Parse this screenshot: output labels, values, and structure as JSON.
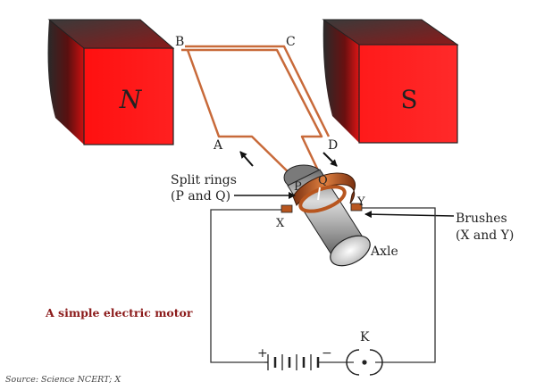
{
  "magnets": {
    "north": "N",
    "south": "S"
  },
  "coil_points": {
    "a": "A",
    "b": "B",
    "c": "C",
    "d": "D"
  },
  "split_rings": {
    "label_line1": "Split rings",
    "label_line2": "(P and Q)",
    "p": "P",
    "q": "Q"
  },
  "brushes": {
    "label_line1": "Brushes",
    "label_line2": "(X and Y)",
    "x": "X",
    "y": "Y"
  },
  "axle": "Axle",
  "switch_label": "K",
  "battery": {
    "plus": "+",
    "minus": "−"
  },
  "caption": "A simple electric motor",
  "source": "Source: Science NCERT; X",
  "colors": {
    "magnet_red": "#ff1a1a",
    "coil": "#c86a3a",
    "ring_copper": "#b8561f",
    "caption": "#8b1a1a",
    "axle_grey": "#9a9a9a"
  }
}
